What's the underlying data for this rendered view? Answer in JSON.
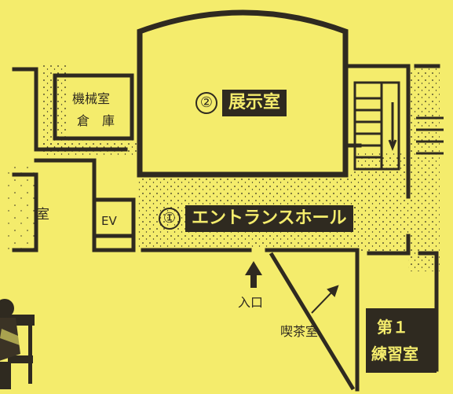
{
  "rooms": {
    "machine_room": "機械室",
    "storage": "倉　庫",
    "room_left": "室",
    "elevator": "EV",
    "exhibition_number": "②",
    "exhibition": "展示室",
    "entrance_hall_number": "①",
    "entrance_hall": "エントランスホール",
    "entrance": "入口",
    "cafe": "喫茶室",
    "practice_room_line1": "第１",
    "practice_room_line2": "練習室"
  },
  "colors": {
    "background": "#f4ec6c",
    "ink": "#2f2a20",
    "label_text": "#f4ec6c"
  },
  "icons": [
    "entrance-arrow-icon",
    "cafe-arrow-icon",
    "person-on-bench-icon"
  ]
}
